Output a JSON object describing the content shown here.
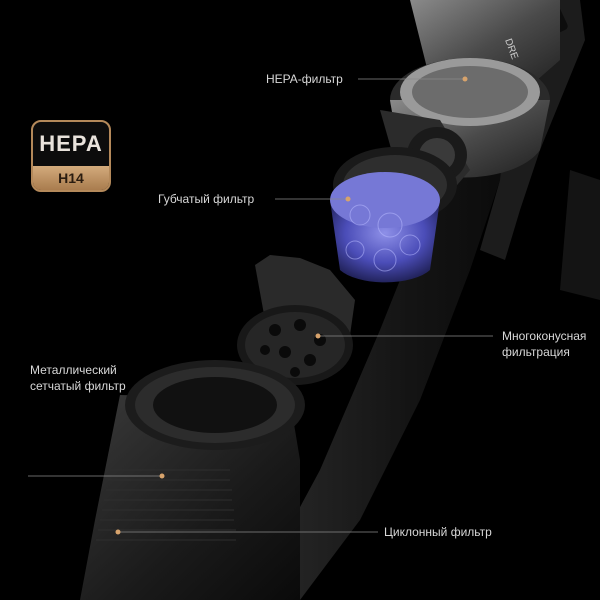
{
  "badge": {
    "top": "HEPA",
    "bottom": "H14"
  },
  "labels": {
    "hepa": "HEPA-фильтр",
    "sponge": "Губчатый фильтр",
    "multicone_1": "Многоконусная",
    "multicone_2": "фильтрация",
    "mesh_1": "Металлический",
    "mesh_2": "сетчатый фильтр",
    "cyclone": "Циклонный фильтр"
  },
  "brand_fragment": "DRE",
  "colors": {
    "background": "#000000",
    "accent_gold": "#b4895a",
    "label_text": "#d8d8d8"
  }
}
